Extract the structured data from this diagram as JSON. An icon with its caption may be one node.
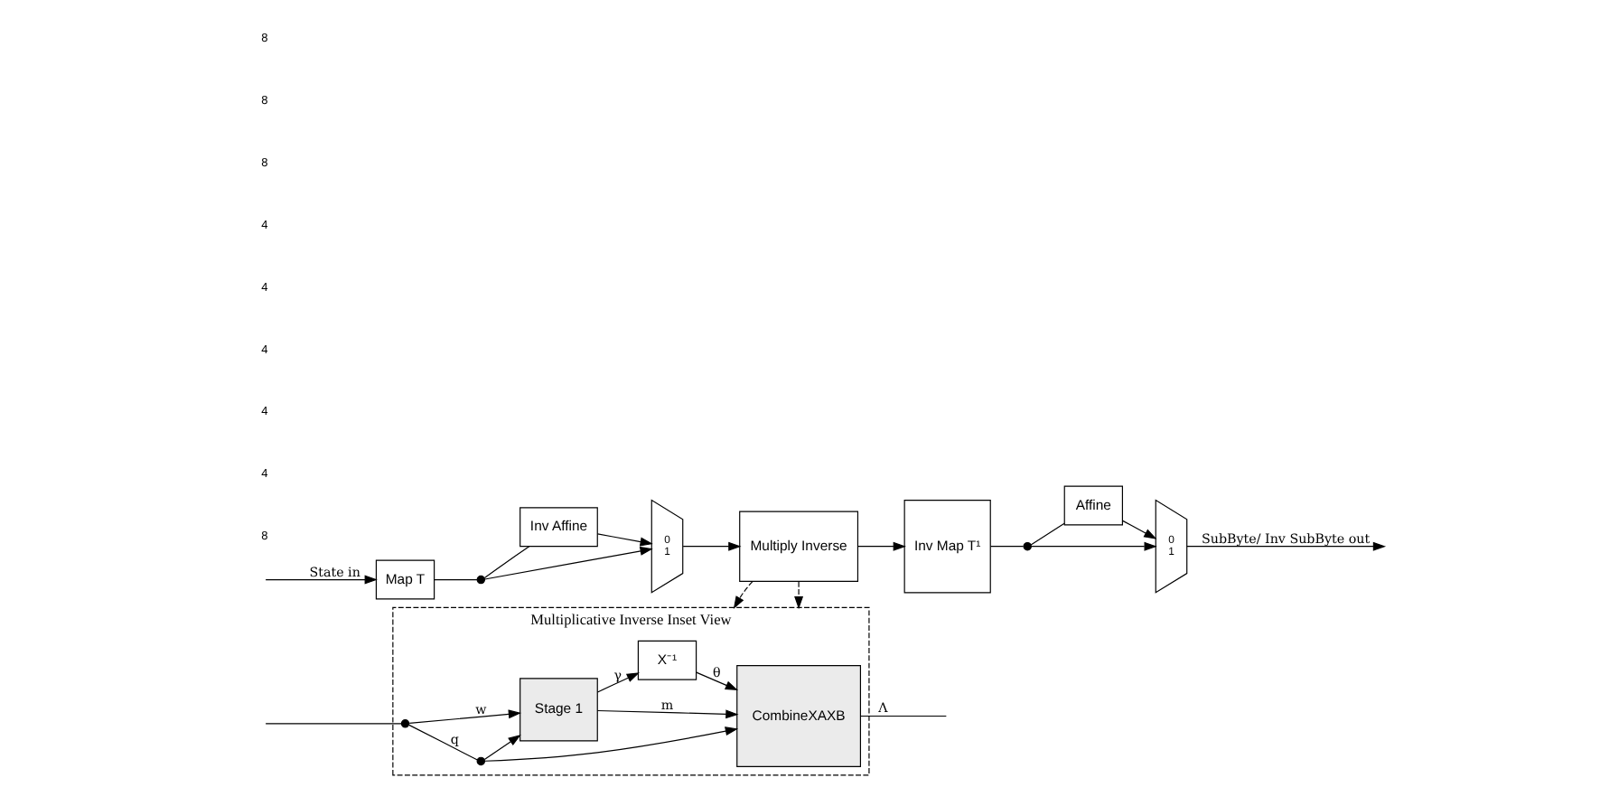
{
  "diagram": {
    "nodes": [
      {
        "text": [
          "Multiplicative Inverse Inset View"
        ]
      },
      {
        "text": [],
        "shape": "circle",
        "in": 0
      },
      {
        "text": [],
        "shape": "circle",
        "in": 0
      },
      {
        "text": [
          "Stage 1"
        ],
        "in": 0
      },
      {
        "text": [
          "X⁻¹"
        ],
        "in": 0
      },
      {
        "text": [
          "CombineXAXB"
        ],
        "in": 0
      },
      {
        "text": [
          "Map T"
        ]
      },
      {
        "text": [],
        "shape": "circle"
      },
      {
        "text": [
          "Inv Affine"
        ]
      },
      {
        "text": [
          "0",
          "1"
        ]
      },
      {
        "text": [
          "Multiply Inverse"
        ]
      },
      {
        "text": [
          "Inv Map T¹"
        ]
      },
      {
        "text": [],
        "shape": "circle"
      },
      {
        "text": [
          "Affine"
        ]
      },
      {
        "text": [
          "0",
          "1"
        ]
      }
    ],
    "edges": [
      {
        "from": null,
        "to": 1,
        "arrow": "none"
      },
      {
        "from": 1,
        "to": 2,
        "arrow": "none",
        "label": "q"
      },
      {
        "from": 2,
        "to": 3,
        "arrow": "to"
      },
      {
        "from": 2,
        "to": 5,
        "arrow": "to"
      },
      {
        "from": 1,
        "to": 3,
        "arrow": "to",
        "label": "w"
      },
      {
        "from": 3,
        "to": 4,
        "arrow": "to",
        "label": "γ"
      },
      {
        "from": 4,
        "to": 5,
        "arrow": "to",
        "label": "θ"
      },
      {
        "from": 3,
        "to": 5,
        "arrow": "to",
        "label": "m"
      },
      {
        "from": 5,
        "to": null,
        "arrow": "none",
        "label": "Λ"
      },
      {
        "from": null,
        "to": 6,
        "arrow": "to",
        "label": "State in"
      },
      {
        "from": 6,
        "to": 7,
        "arrow": "none"
      },
      {
        "from": 7,
        "to": 8,
        "arrow": "none"
      },
      {
        "from": 8,
        "to": 9,
        "arrow": "to"
      },
      {
        "from": 7,
        "to": 9,
        "arrow": "to"
      },
      {
        "from": 9,
        "to": 10,
        "arrow": "to"
      },
      {
        "from": 10,
        "to": 11,
        "arrow": "to"
      },
      {
        "from": 11,
        "to": 12,
        "arrow": "none"
      },
      {
        "from": 12,
        "to": 14,
        "arrow": "to"
      },
      {
        "from": 12,
        "to": 13,
        "arrow": "none"
      },
      {
        "from": 13,
        "to": 14,
        "arrow": "to"
      },
      {
        "from": 14,
        "to": null,
        "arrow": "to",
        "label": "SubByte/ Inv SubByte out"
      },
      {
        "from": 10,
        "to": 0,
        "arrow": "to",
        "style": "dashed"
      },
      {
        "from": 10,
        "to": 0,
        "arrow": "to",
        "style": "dashed"
      }
    ],
    "labels": [
      "8",
      "4",
      "4",
      "4",
      "4",
      "4",
      "8",
      "8",
      "8"
    ]
  }
}
